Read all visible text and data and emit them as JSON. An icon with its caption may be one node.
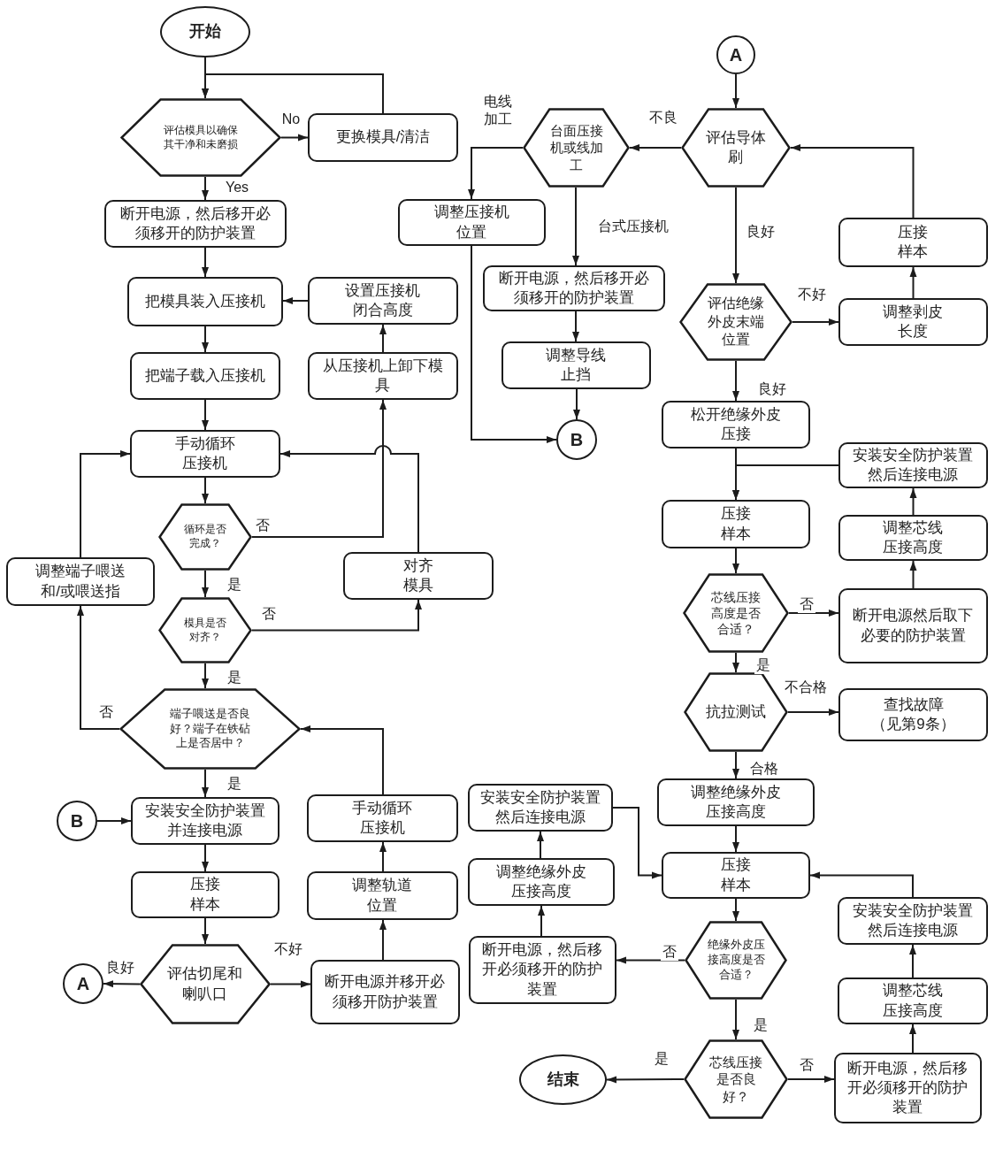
{
  "diagram": {
    "nodes": [
      {
        "text": [
          "开始"
        ]
      },
      {
        "text": [
          "评估模具以确保其干净和未磨损"
        ]
      },
      {
        "text": [
          "更换模具/清洁"
        ]
      },
      {
        "text": [
          "断开电源，然后移开必须移开的防护装置"
        ]
      },
      {
        "text": [
          "把模具装入压接机"
        ]
      },
      {
        "text": [
          "设置压接机闭合高度"
        ]
      },
      {
        "text": [
          "把端子载入压接机"
        ]
      },
      {
        "text": [
          "从压接机上卸下模具"
        ]
      },
      {
        "text": [
          "手动循环压接机"
        ]
      },
      {
        "text": [
          "循环是否完成？"
        ]
      },
      {
        "text": [
          "调整端子喂送和/或喂送指"
        ]
      },
      {
        "text": [
          "对齐模具"
        ]
      },
      {
        "text": [
          "模具是否对齐？"
        ]
      },
      {
        "text": [
          "端子喂送是否良好？端子在铁砧上是否居中？"
        ]
      },
      {
        "text": [
          "安装安全防护装置并连接电源"
        ]
      },
      {
        "text": [
          "B"
        ]
      },
      {
        "text": [
          "手动循环压接机"
        ]
      },
      {
        "text": [
          "压接样本"
        ]
      },
      {
        "text": [
          "调整轨道位置"
        ]
      },
      {
        "text": [
          "评估切尾和喇叭口"
        ]
      },
      {
        "text": [
          "A"
        ]
      },
      {
        "text": [
          "断开电源并移开必须移开防护装置"
        ]
      },
      {
        "text": [
          "A"
        ]
      },
      {
        "text": [
          "评估导体刷"
        ]
      },
      {
        "text": [
          "台面压接机或线加工"
        ]
      },
      {
        "text": [
          "调整压接机位置"
        ]
      },
      {
        "text": [
          "断开电源，然后移开必须移开的防护装置"
        ]
      },
      {
        "text": [
          "调整导线止挡"
        ]
      },
      {
        "text": [
          "B"
        ]
      },
      {
        "text": [
          "评估绝缘外皮末端位置"
        ]
      },
      {
        "text": [
          "压接样本"
        ]
      },
      {
        "text": [
          "调整剥皮长度"
        ]
      },
      {
        "text": [
          "松开绝缘外皮压接"
        ]
      },
      {
        "text": [
          "安装安全防护装置然后连接电源"
        ]
      },
      {
        "text": [
          "压接样本"
        ]
      },
      {
        "text": [
          "调整芯线压接高度"
        ]
      },
      {
        "text": [
          "芯线压接高度是否合适？"
        ]
      },
      {
        "text": [
          "断开电源然后取下必要的防护装置"
        ]
      },
      {
        "text": [
          "抗拉测试"
        ]
      },
      {
        "text": [
          "查找故障（见第9条）"
        ]
      },
      {
        "text": [
          "调整绝缘外皮压接高度"
        ]
      },
      {
        "text": [
          "安装安全防护装置然后连接电源"
        ]
      },
      {
        "text": [
          "压接样本"
        ]
      },
      {
        "text": [
          "调整绝缘外皮压接高度"
        ]
      },
      {
        "text": [
          "安装安全防护装置然后连接电源"
        ]
      },
      {
        "text": [
          "绝缘外皮压接高度是否合适？"
        ]
      },
      {
        "text": [
          "断开电源，然后移开必须移开的防护装置"
        ]
      },
      {
        "text": [
          "调整芯线压接高度"
        ]
      },
      {
        "text": [
          "芯线压接是否良好？"
        ]
      },
      {
        "text": [
          "结束"
        ]
      },
      {
        "text": [
          "断开电源，然后移开必须移开的防护装置"
        ]
      }
    ],
    "edges": [
      {
        "from": 0,
        "to": 1,
        "arrow": "to"
      },
      {
        "from": 1,
        "to": 2,
        "arrow": "to",
        "label": "No"
      },
      {
        "from": 2,
        "to": 1,
        "arrow": "to"
      },
      {
        "from": 1,
        "to": 3,
        "arrow": "to",
        "label": "Yes"
      },
      {
        "from": 3,
        "to": 4,
        "arrow": "to"
      },
      {
        "from": 5,
        "to": 4,
        "arrow": "to"
      },
      {
        "from": 4,
        "to": 6,
        "arrow": "to"
      },
      {
        "from": 7,
        "to": 5,
        "arrow": "to"
      },
      {
        "from": 6,
        "to": 8,
        "arrow": "to"
      },
      {
        "from": 8,
        "to": 9,
        "arrow": "to"
      },
      {
        "from": 9,
        "to": 7,
        "arrow": "to",
        "label": "否"
      },
      {
        "from": 9,
        "to": 12,
        "arrow": "to",
        "label": "是"
      },
      {
        "from": 12,
        "to": 11,
        "arrow": "to",
        "label": "否"
      },
      {
        "from": 11,
        "to": 8,
        "arrow": "to"
      },
      {
        "from": 12,
        "to": 13,
        "arrow": "to",
        "label": "是"
      },
      {
        "from": 13,
        "to": 10,
        "arrow": "to",
        "label": "否"
      },
      {
        "from": 10,
        "to": 8,
        "arrow": "to"
      },
      {
        "from": 13,
        "to": 14,
        "arrow": "to",
        "label": "是"
      },
      {
        "from": 15,
        "to": 14,
        "arrow": "to"
      },
      {
        "from": 14,
        "to": 17,
        "arrow": "to"
      },
      {
        "from": 17,
        "to": 19,
        "arrow": "to"
      },
      {
        "from": 19,
        "to": 20,
        "arrow": "to",
        "label": "良好"
      },
      {
        "from": 19,
        "to": 21,
        "arrow": "to",
        "label": "不好"
      },
      {
        "from": 21,
        "to": 18,
        "arrow": "to"
      },
      {
        "from": 18,
        "to": 16,
        "arrow": "to"
      },
      {
        "from": 16,
        "to": 13,
        "arrow": "to"
      },
      {
        "from": 22,
        "to": 23,
        "arrow": "to"
      },
      {
        "from": 23,
        "to": 24,
        "arrow": "to",
        "label": "不良"
      },
      {
        "from": 24,
        "to": 25,
        "arrow": "to",
        "label": "电线加工"
      },
      {
        "from": 24,
        "to": 26,
        "arrow": "to",
        "label": "台式压接机"
      },
      {
        "from": 26,
        "to": 27,
        "arrow": "to"
      },
      {
        "from": 27,
        "to": 28,
        "arrow": "to"
      },
      {
        "from": 25,
        "to": 28,
        "arrow": "to"
      },
      {
        "from": 23,
        "to": 29,
        "arrow": "to",
        "label": "良好"
      },
      {
        "from": 29,
        "to": 31,
        "arrow": "to",
        "label": "不好"
      },
      {
        "from": 31,
        "to": 30,
        "arrow": "to"
      },
      {
        "from": 30,
        "to": 23,
        "arrow": "to"
      },
      {
        "from": 29,
        "to": 32,
        "arrow": "to",
        "label": "良好"
      },
      {
        "from": 32,
        "to": 34,
        "arrow": "to"
      },
      {
        "from": 33,
        "to": 34,
        "arrow": "to"
      },
      {
        "from": 34,
        "to": 36,
        "arrow": "to"
      },
      {
        "from": 36,
        "to": 37,
        "arrow": "to",
        "label": "否"
      },
      {
        "from": 37,
        "to": 35,
        "arrow": "to"
      },
      {
        "from": 35,
        "to": 33,
        "arrow": "to"
      },
      {
        "from": 36,
        "to": 38,
        "arrow": "to",
        "label": "是"
      },
      {
        "from": 38,
        "to": 39,
        "arrow": "to",
        "label": "不合格"
      },
      {
        "from": 38,
        "to": 40,
        "arrow": "to",
        "label": "合格"
      },
      {
        "from": 40,
        "to": 42,
        "arrow": "to"
      },
      {
        "from": 41,
        "to": 42,
        "arrow": "to"
      },
      {
        "from": 43,
        "to": 41,
        "arrow": "to"
      },
      {
        "from": 46,
        "to": 43,
        "arrow": "to"
      },
      {
        "from": 42,
        "to": 45,
        "arrow": "to"
      },
      {
        "from": 45,
        "to": 46,
        "arrow": "to",
        "label": "否"
      },
      {
        "from": 45,
        "to": 48,
        "arrow": "to",
        "label": "是"
      },
      {
        "from": 48,
        "to": 49,
        "arrow": "to",
        "label": "是"
      },
      {
        "from": 48,
        "to": 50,
        "arrow": "to",
        "label": "否"
      },
      {
        "from": 50,
        "to": 47,
        "arrow": "to"
      },
      {
        "from": 47,
        "to": 44,
        "arrow": "to"
      },
      {
        "from": 44,
        "to": 42,
        "arrow": "to"
      }
    ]
  }
}
